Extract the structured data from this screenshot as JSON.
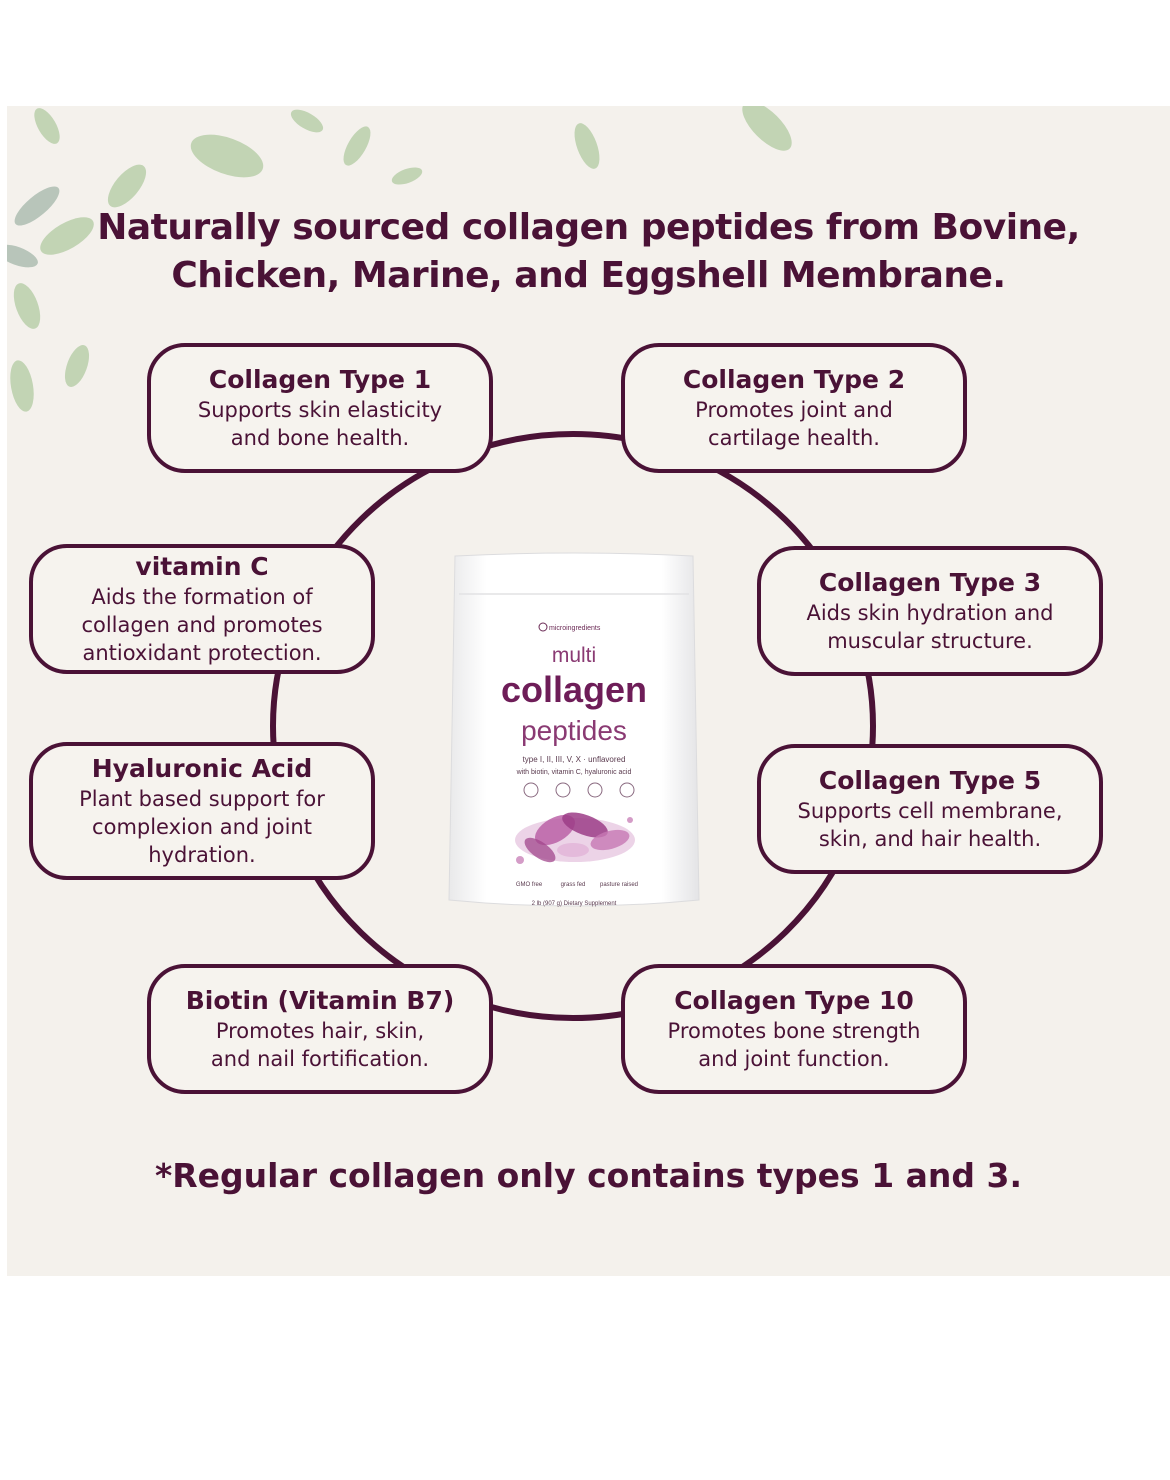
{
  "headline": {
    "line1": "Naturally sourced collagen peptides from Bovine,",
    "line2": "Chicken, Marine, and Eggshell Membrane."
  },
  "cards": [
    {
      "title": "Collagen Type 1",
      "lines": [
        "Supports skin elasticity",
        "and bone health."
      ]
    },
    {
      "title": "Collagen Type 2",
      "lines": [
        "Promotes joint and",
        "cartilage health."
      ]
    },
    {
      "title": "vitamin C",
      "lines": [
        "Aids the formation of",
        "collagen and promotes",
        "antioxidant protection."
      ]
    },
    {
      "title": "Collagen Type 3",
      "lines": [
        "Aids skin hydration and",
        "muscular structure."
      ]
    },
    {
      "title": "Hyaluronic Acid",
      "lines": [
        "Plant based support for",
        "complexion and joint",
        "hydration."
      ]
    },
    {
      "title": "Collagen Type 5",
      "lines": [
        "Supports cell membrane,",
        "skin, and hair health."
      ]
    },
    {
      "title": "Biotin (Vitamin B7)",
      "lines": [
        "Promotes hair, skin,",
        "and nail fortification."
      ]
    },
    {
      "title": "Collagen Type 10",
      "lines": [
        "Promotes bone strength",
        "and joint function."
      ]
    }
  ],
  "product": {
    "brand": "microingredients",
    "line1": "multi",
    "line2": "collagen",
    "line3": "peptides",
    "types": "type I, II, III, V, X · unflavored",
    "with": "with biotin, vitamin C, hyaluronic acid",
    "badge1": "GMO free",
    "badge2": "grass fed",
    "badge3": "pasture raised",
    "net": "2 lb (907 g) Dietary Supplement"
  },
  "footnote": "*Regular collagen only contains types 1 and 3.",
  "colors": {
    "plum": "#4a1236",
    "background": "#f4f1ec",
    "leaf": "#a9c29a"
  }
}
